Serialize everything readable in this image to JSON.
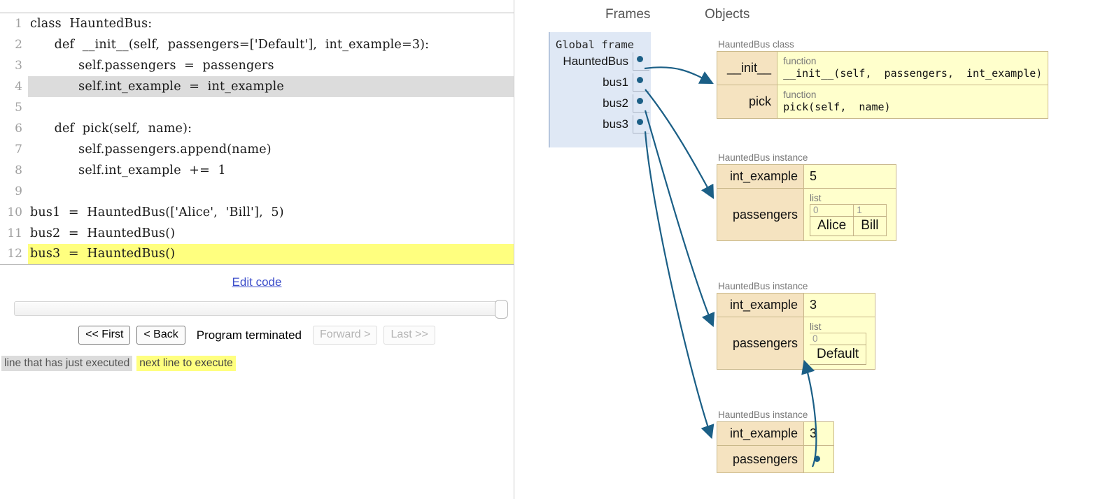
{
  "code": {
    "lines": [
      {
        "n": "1",
        "text": "class  HauntedBus:",
        "state": "normal"
      },
      {
        "n": "2",
        "text": "      def  __init__(self,  passengers=['Default'],  int_example=3):",
        "state": "normal"
      },
      {
        "n": "3",
        "text": "            self.passengers  =  passengers",
        "state": "normal"
      },
      {
        "n": "4",
        "text": "            self.int_example  =  int_example",
        "state": "prev"
      },
      {
        "n": "5",
        "text": "",
        "state": "normal"
      },
      {
        "n": "6",
        "text": "      def  pick(self,  name):",
        "state": "normal"
      },
      {
        "n": "7",
        "text": "            self.passengers.append(name)",
        "state": "normal"
      },
      {
        "n": "8",
        "text": "            self.int_example  +=  1",
        "state": "normal"
      },
      {
        "n": "9",
        "text": "",
        "state": "normal"
      },
      {
        "n": "10",
        "text": "bus1  =  HauntedBus(['Alice',  'Bill'],  5)",
        "state": "normal"
      },
      {
        "n": "11",
        "text": "bus2  =  HauntedBus()",
        "state": "normal"
      },
      {
        "n": "12",
        "text": "bus3  =  HauntedBus()",
        "state": "next"
      }
    ]
  },
  "edit_code_link": "Edit code",
  "controls": {
    "first": "<< First",
    "back": "< Back",
    "status": "Program terminated",
    "forward": "Forward >",
    "last": "Last >>"
  },
  "legend": {
    "prev": "line that has just executed",
    "next": "next line to execute"
  },
  "viz": {
    "frames_header": "Frames",
    "objects_header": "Objects",
    "global_frame": {
      "title": "Global frame",
      "vars": [
        {
          "name": "HauntedBus"
        },
        {
          "name": "bus1"
        },
        {
          "name": "bus2"
        },
        {
          "name": "bus3"
        }
      ]
    },
    "objects": [
      {
        "label": "HauntedBus class",
        "rows": [
          {
            "key": "__init__",
            "type": "function",
            "sig": "__init__(self,  passengers,  int_example)"
          },
          {
            "key": "pick",
            "type": "function",
            "sig": "pick(self,  name)"
          }
        ]
      },
      {
        "label": "HauntedBus instance",
        "int_example_key": "int_example",
        "int_example_val": "5",
        "passengers_key": "passengers",
        "list_type": "list",
        "indices": [
          "0",
          "1"
        ],
        "elements": [
          "Alice",
          "Bill"
        ]
      },
      {
        "label": "HauntedBus instance",
        "int_example_key": "int_example",
        "int_example_val": "3",
        "passengers_key": "passengers",
        "list_type": "list",
        "indices": [
          "0"
        ],
        "elements": [
          "Default"
        ]
      },
      {
        "label": "HauntedBus instance",
        "int_example_key": "int_example",
        "int_example_val": "3",
        "passengers_key": "passengers"
      }
    ]
  },
  "colors": {
    "frame_bg": "#dfe8f5",
    "object_key_bg": "#f5e3c0",
    "object_val_bg": "#ffffcc",
    "arrow": "#1b5f86",
    "highlight_prev": "#dcdcdc",
    "highlight_next": "#ffff7f"
  }
}
